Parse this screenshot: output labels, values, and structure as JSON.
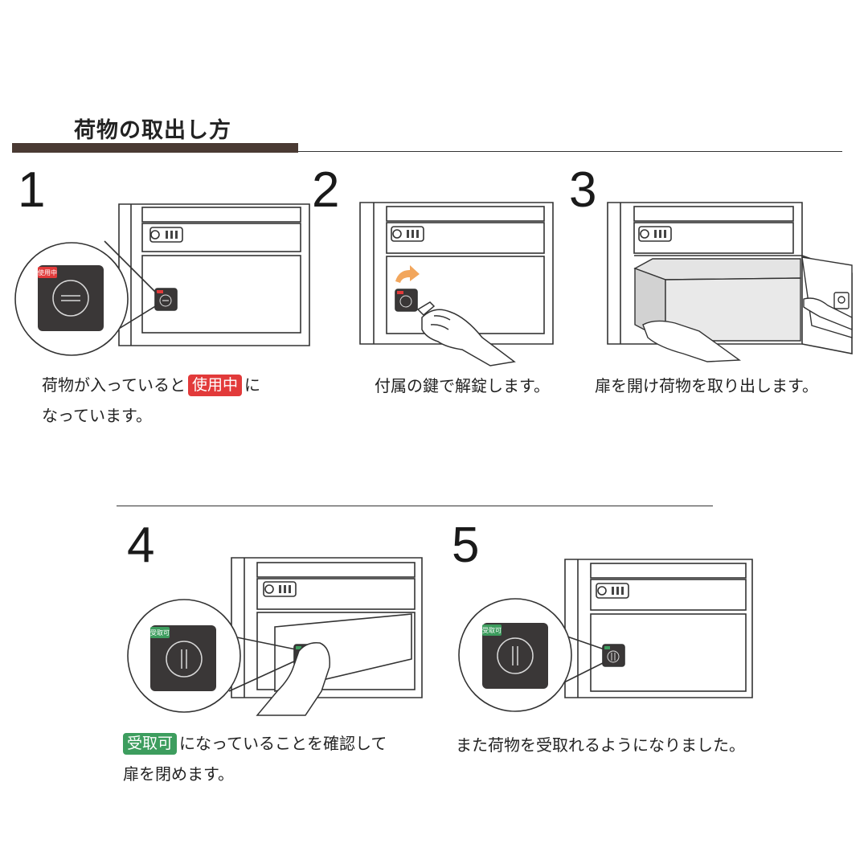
{
  "title": "荷物の取出し方",
  "steps": [
    {
      "number": "1",
      "caption_line1_before": "荷物が入っていると",
      "caption_badge": "使用中",
      "caption_line1_after": "に",
      "caption_line2": "なっています。"
    },
    {
      "number": "2",
      "caption": "付属の鍵で解錠します。"
    },
    {
      "number": "3",
      "caption": "扉を開け荷物を取り出します。"
    },
    {
      "number": "4",
      "caption_badge": "受取可",
      "caption_line1_after": "になっていることを確認して",
      "caption_line2": "扉を閉めます。"
    },
    {
      "number": "5",
      "caption": "また荷物を受取れるようになりました。"
    }
  ],
  "lock_labels": {
    "in_use": "使用中",
    "available": "受取可"
  },
  "colors": {
    "title_bar": "#4a3a33",
    "in_use": "#e23a3a",
    "available": "#3d9d5e",
    "lock_body": "#3a3737"
  }
}
